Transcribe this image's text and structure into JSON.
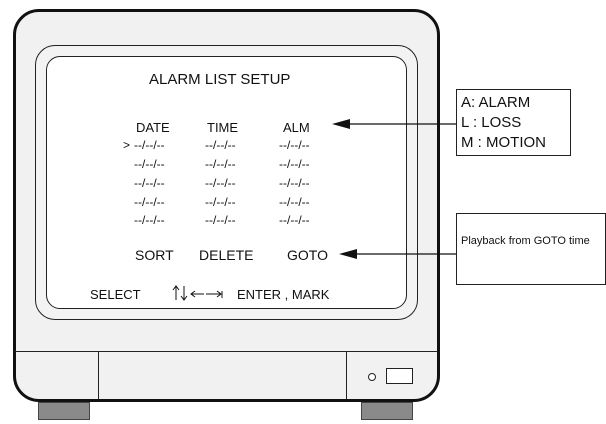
{
  "screen": {
    "title": "ALARM LIST SETUP",
    "columns": [
      "DATE",
      "TIME",
      "ALM"
    ],
    "cursor": ">",
    "rows": [
      [
        "--/--/--",
        "--/--/--",
        "--/--/--"
      ],
      [
        "--/--/--",
        "--/--/--",
        "--/--/--"
      ],
      [
        "--/--/--",
        "--/--/--",
        "--/--/--"
      ],
      [
        "--/--/--",
        "--/--/--",
        "--/--/--"
      ],
      [
        "--/--/--",
        "--/--/--",
        "--/--/--"
      ]
    ],
    "actions": {
      "sort": "SORT",
      "delete": "DELETE",
      "goto": "GOTO"
    },
    "help": {
      "select": "SELECT",
      "enter_mark": "ENTER , MARK"
    }
  },
  "legend": {
    "items": [
      "A: ALARM",
      "L : LOSS",
      "M : MOTION"
    ]
  },
  "note": {
    "text": "Playback from GOTO time"
  },
  "icons": [
    "up-arrow-icon",
    "down-arrow-icon",
    "left-arrow-icon",
    "right-arrow-icon",
    "power-led-icon",
    "power-button-icon"
  ]
}
